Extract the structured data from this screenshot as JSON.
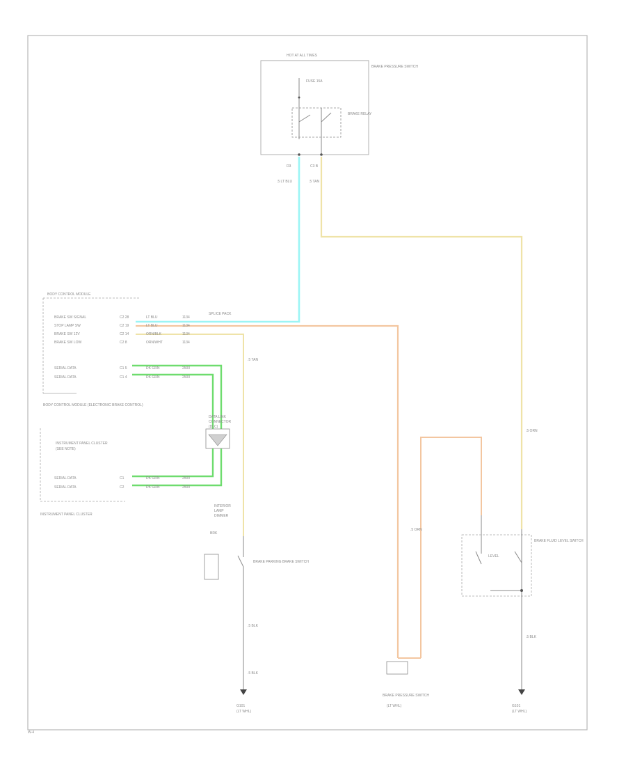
{
  "diagram": {
    "footer_code": "W-4",
    "colors": {
      "wire_lt_blu": "#9bf5f5",
      "wire_tan": "#efe3a8",
      "wire_org": "#f3c6a0",
      "wire_grn": "#6edc6e",
      "wire_grn_dark": "#3aa63a",
      "wire_plain": "#b0b0b0",
      "border": "#b8b8b8"
    },
    "relay": {
      "top_label": "HOT AT ALL TIMES",
      "name": "BRAKE PRESSURE SWITCH",
      "fuse": "FUSE 15A",
      "coil": "BRAKE RELAY",
      "pin_left": "D3",
      "pin_right": "C3 B",
      "wire_left": ".5 LT BLU",
      "wire_right": ".5 TAN"
    },
    "module": {
      "title": "BODY CONTROL MODULE",
      "rows": [
        {
          "pin": "C2 28",
          "wire": "LT BLU",
          "ckt": "1134",
          "label": "BRAKE SW SIGNAL"
        },
        {
          "pin": "C2 19",
          "wire": "LT BLU",
          "ckt": "1134",
          "label": "STOP LAMP SW"
        },
        {
          "pin": "C2 14",
          "wire": "ORN/BLK",
          "ckt": "1134",
          "label": "BRAKE SW 12V"
        },
        {
          "pin": "C2 8",
          "wire": "ORN/WHT",
          "ckt": "1134",
          "label": "BRAKE SW LOW"
        }
      ],
      "splice": "SPLICE PACK",
      "data_rows": [
        {
          "pin": "C1 5",
          "wire": "DK GRN",
          "ckt": "2500",
          "label": "SERIAL DATA"
        },
        {
          "pin": "C1 4",
          "wire": "DK GRN",
          "ckt": "2500",
          "label": "SERIAL DATA"
        }
      ],
      "bottom_label": "BODY CONTROL MODULE (ELECTRONIC BRAKE CONTROL)"
    },
    "cluster": {
      "title": "INSTRUMENT PANEL CLUSTER",
      "star": "(SEE NOTE)",
      "data_rows": [
        {
          "pin": "C1",
          "wire": "DK GRN",
          "ckt": "2500",
          "label": "SERIAL DATA"
        },
        {
          "pin": "C2",
          "wire": "DK GRN",
          "ckt": "2500",
          "label": "SERIAL DATA"
        }
      ],
      "bottom_label": "INSTRUMENT PANEL CLUSTER"
    },
    "gs_block": {
      "line1": "DATA LINK",
      "line2": "CONNECTOR",
      "line3": "(DLC)"
    },
    "interior_lamp": {
      "line1": "INTERIOR",
      "line2": "LAMP",
      "line3": "DIMMER"
    },
    "left_switch": {
      "name": "BRAKE PARKING BRAKE SWITCH",
      "pin": "BRK"
    },
    "middle_switch": {
      "name": "BRAKE PRESSURE SWITCH",
      "wire": ".5 ORN"
    },
    "right_switch": {
      "name": "BRAKE FLUID LEVEL SWITCH",
      "pin": "LEVEL"
    },
    "grounds": [
      {
        "id": "G101",
        "sub": "(LT WHL)"
      },
      {
        "id": "BRAKE PRESSURE SWITCH",
        "sub": "(LT WHL)"
      },
      {
        "id": "G101",
        "sub": "(LT WHL)"
      }
    ],
    "wire_labels": [
      ".5 TAN",
      ".5 BLK",
      ".5 BLK",
      ".5 ORN",
      ".5 BLK"
    ]
  }
}
